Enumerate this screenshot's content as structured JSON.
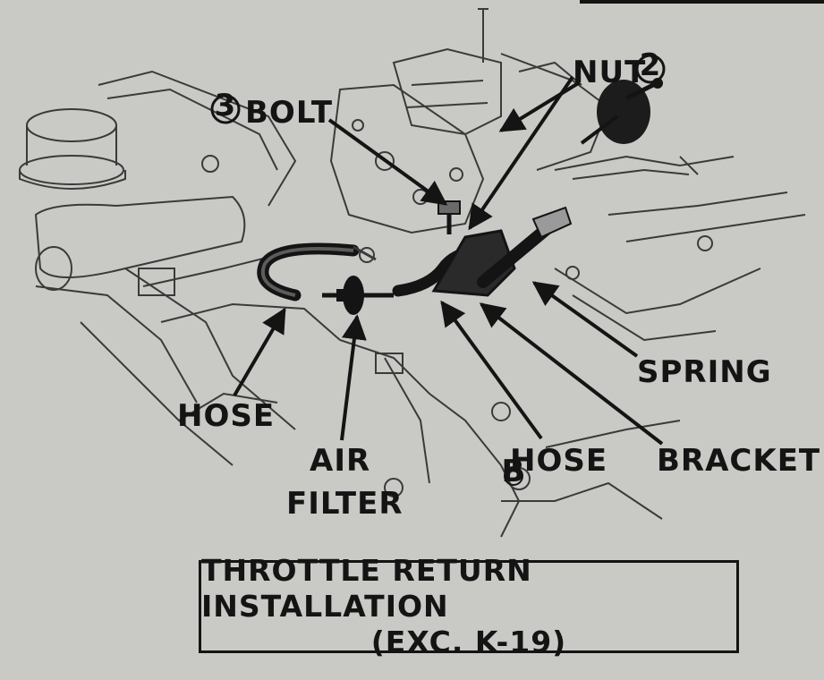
{
  "labels": {
    "bolt_num": "3",
    "bolt": "BOLT",
    "nut": "NUT",
    "nut_num": "2",
    "spring": "SPRING",
    "bracket": "BRACKET",
    "hose_left": "HOSE",
    "hose_right": "HOSE",
    "air": "AIR",
    "filter": "FILTER",
    "b_mark": "B"
  },
  "caption": {
    "line1": "THROTTLE RETURN INSTALLATION",
    "line2": "(EXC. K-19)"
  },
  "colors": {
    "paper": "#c9c9c6",
    "ink": "#141414",
    "line": "#3a3a3a"
  }
}
